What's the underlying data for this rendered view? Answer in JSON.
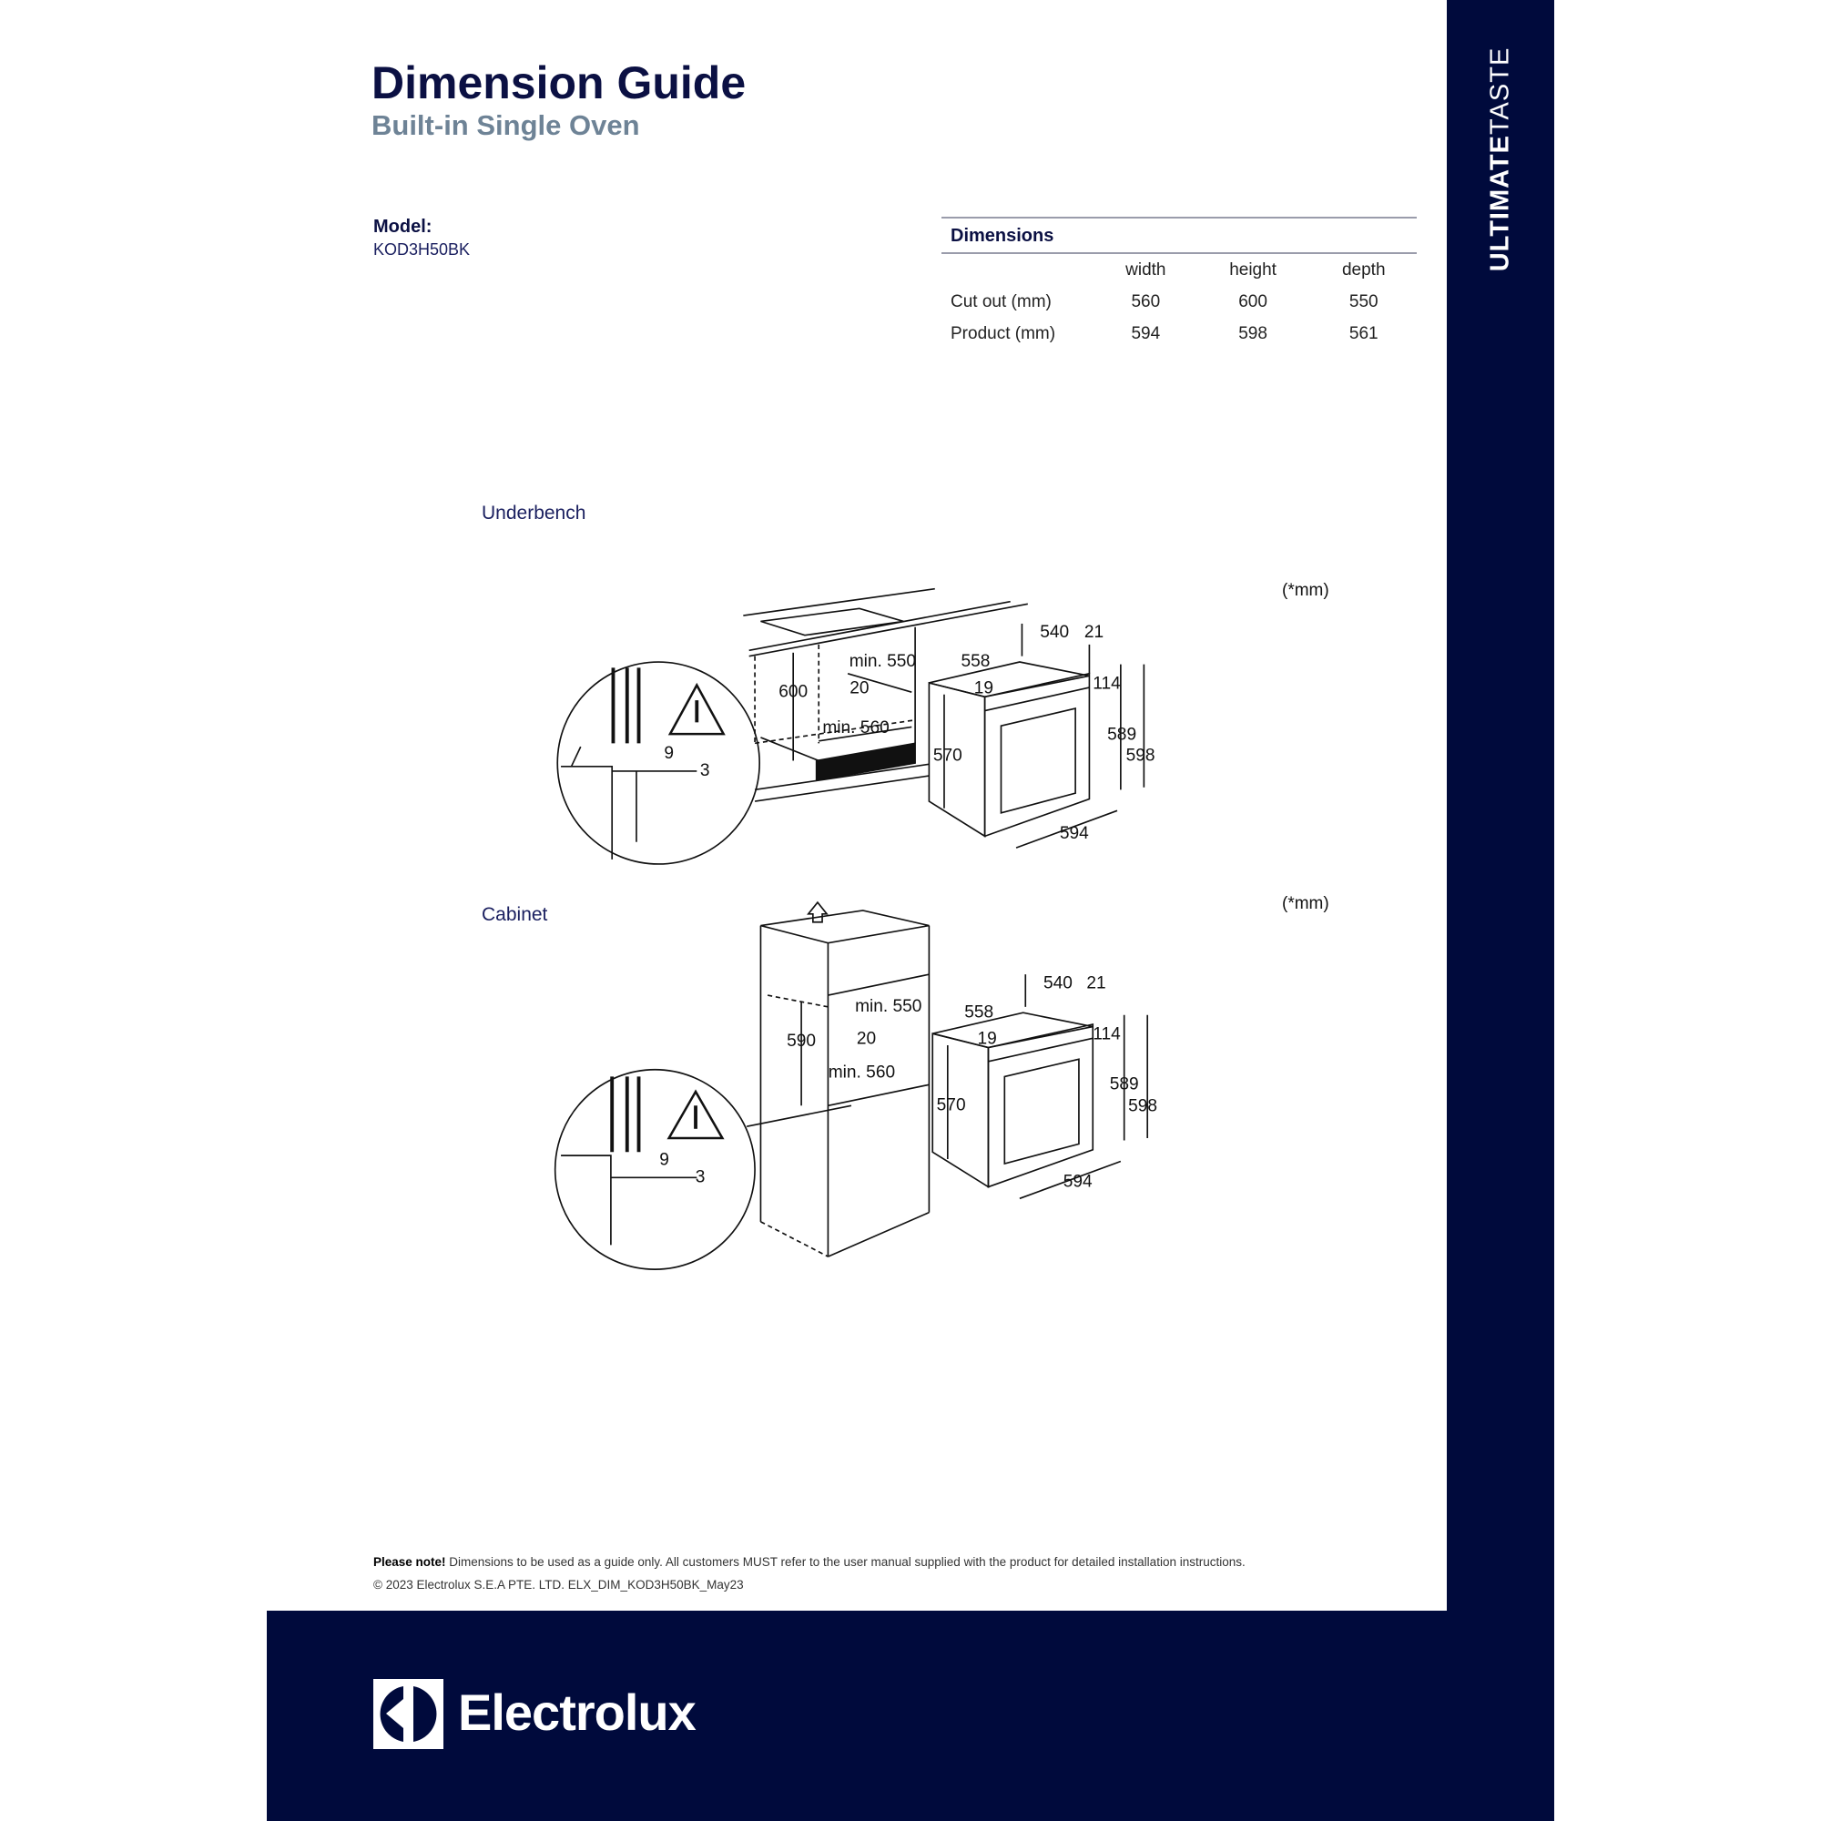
{
  "header": {
    "title": "Dimension Guide",
    "subtitle": "Built-in Single Oven"
  },
  "sidebar": {
    "brand_bold": "ULTIMATE",
    "brand_light": "TASTE"
  },
  "model": {
    "label": "Model:",
    "value": "KOD3H50BK"
  },
  "dimensions": {
    "title": "Dimensions",
    "columns": [
      "width",
      "height",
      "depth"
    ],
    "rows": [
      {
        "label": "Cut out (mm)",
        "values": [
          "560",
          "600",
          "550"
        ]
      },
      {
        "label": "Product (mm)",
        "values": [
          "594",
          "598",
          "561"
        ]
      }
    ]
  },
  "underbench": {
    "label": "Underbench",
    "unit": "(*mm)",
    "dims": {
      "d540": "540",
      "d21": "21",
      "d558": "558",
      "min550": "min. 550",
      "d19": "19",
      "d114": "114",
      "h": "600",
      "d20": "20",
      "d589": "589",
      "min560": "min. 560",
      "d598": "598",
      "d570": "570",
      "d594": "594",
      "d9": "9",
      "d3": "3"
    }
  },
  "cabinet": {
    "label": "Cabinet",
    "unit": "(*mm)",
    "dims": {
      "d540": "540",
      "d21": "21",
      "d558": "558",
      "min550": "min. 550",
      "d19": "19",
      "d114": "114",
      "h": "590",
      "d20": "20",
      "d589": "589",
      "min560": "min. 560",
      "d598": "598",
      "d570": "570",
      "d594": "594",
      "d9": "9",
      "d3": "3"
    }
  },
  "footer": {
    "note_bold": "Please note!",
    "note": " Dimensions to be used as a guide only. All customers MUST refer to the user manual supplied with the product for detailed installation instructions.",
    "copyright": "© 2023 Electrolux S.E.A PTE. LTD.  ELX_DIM_KOD3H50BK_May23"
  },
  "brand": {
    "name": "Electrolux"
  },
  "colors": {
    "navy": "#000a3c",
    "subtitle": "#6e8396"
  }
}
